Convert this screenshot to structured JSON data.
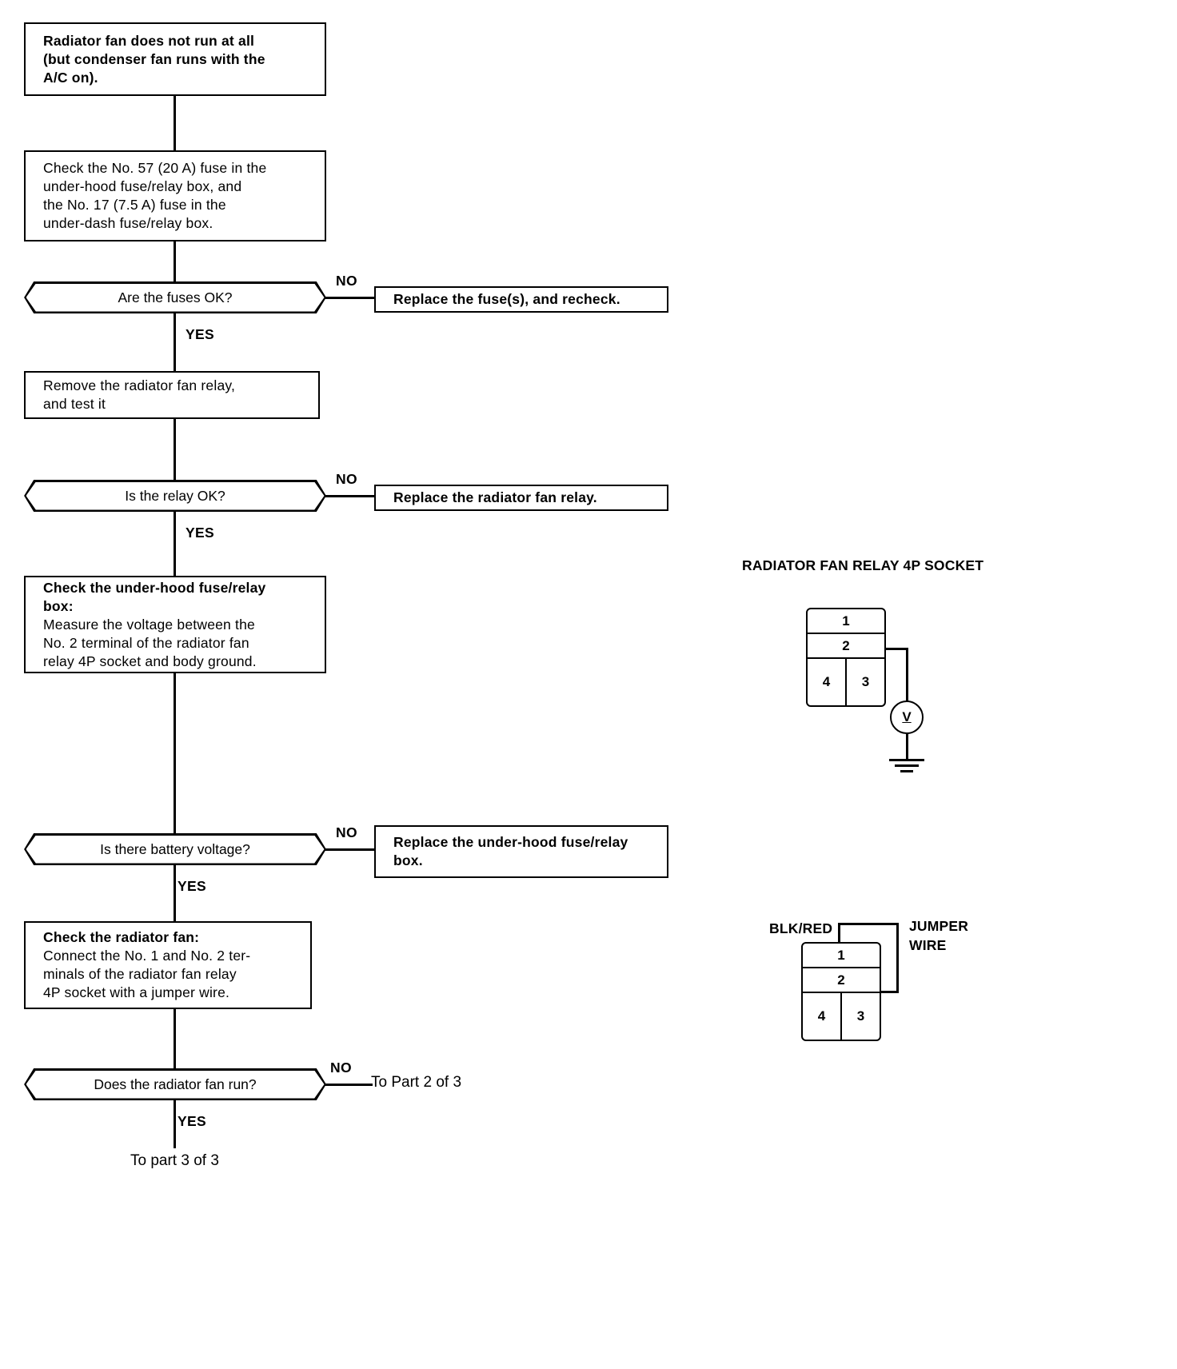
{
  "flow": {
    "boxes": [
      {
        "id": "symptom",
        "lines": [
          "Radiator fan does not run at all",
          "(but condenser fan runs with the",
          "A/C on)."
        ],
        "bold": true
      },
      {
        "id": "check-fuses",
        "lines": [
          "Check the No. 57 (20 A) fuse in the",
          "under-hood fuse/relay box, and",
          "the No. 17 (7.5 A) fuse in the",
          "under-dash fuse/relay box."
        ],
        "bold": false
      },
      {
        "id": "remove-relay",
        "lines": [
          "Remove the radiator fan relay,",
          "and test it"
        ],
        "bold": false
      },
      {
        "id": "check-underhood",
        "head": "Check the under-hood fuse/relay",
        "head2": "box:",
        "lines": [
          "Measure the voltage between the",
          "No. 2 terminal of the radiator fan",
          "relay 4P socket and body ground."
        ],
        "bold": false
      },
      {
        "id": "check-fan",
        "head": "Check the radiator fan:",
        "lines": [
          "Connect the No. 1 and No. 2 ter-",
          "minals of the radiator fan relay",
          "4P socket with a jumper wire."
        ],
        "bold": false
      }
    ],
    "decisions": [
      {
        "id": "fuses-ok",
        "label": "Are the fuses OK?"
      },
      {
        "id": "relay-ok",
        "label": "Is the relay OK?"
      },
      {
        "id": "battery-voltage",
        "label": "Is there battery voltage?"
      },
      {
        "id": "fan-run",
        "label": "Does the radiator fan run?"
      }
    ],
    "results": [
      {
        "id": "replace-fuses",
        "lines": [
          "Replace the fuse(s), and recheck."
        ]
      },
      {
        "id": "replace-relay",
        "lines": [
          "Replace the radiator fan relay."
        ]
      },
      {
        "id": "replace-box",
        "lines": [
          "Replace the under-hood fuse/relay",
          "box."
        ]
      }
    ],
    "branch_no": "NO",
    "branch_yes": "YES",
    "goto_part2": "To Part 2 of 3",
    "goto_part3": "To part 3 of 3"
  },
  "illustrations": {
    "socket_title": "RADIATOR FAN RELAY 4P SOCKET",
    "terminals": {
      "t1": "1",
      "t2": "2",
      "t3": "3",
      "t4": "4"
    },
    "voltmeter_symbol": "V",
    "wire_label": "BLK/RED",
    "jumper_label_line1": "JUMPER",
    "jumper_label_line2": "WIRE"
  }
}
